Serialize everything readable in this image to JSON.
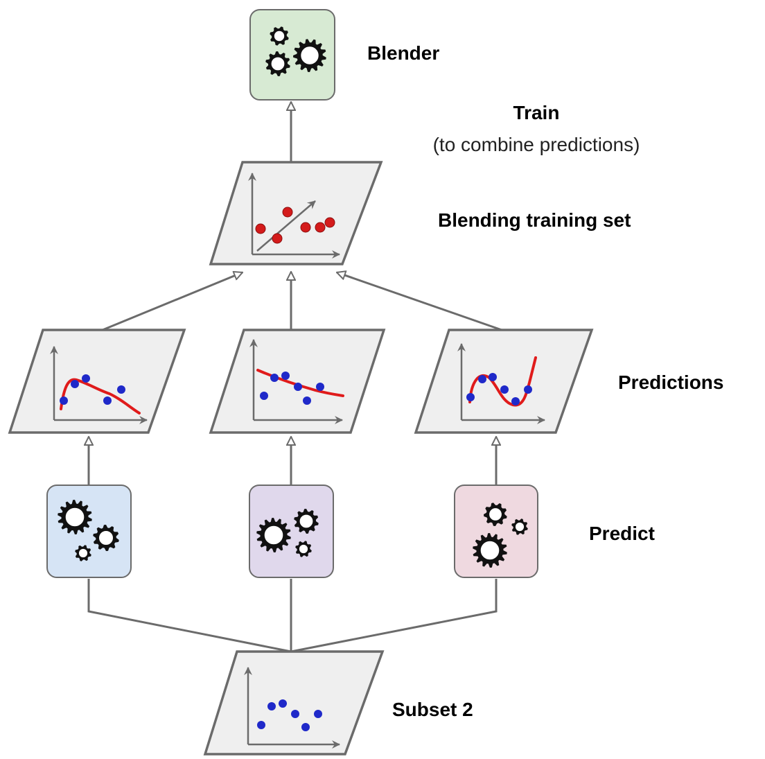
{
  "labels": {
    "blender": "Blender",
    "train": "Train",
    "train_note": "(to combine predictions)",
    "blending_training_set": "Blending training set",
    "predictions": "Predictions",
    "predict": "Predict",
    "subset": "Subset 2"
  },
  "colors": {
    "blender_box": "#d7ead3",
    "predictor_1_box": "#d6e4f5",
    "predictor_2_box": "#e0d8ec",
    "predictor_3_box": "#efd9e0",
    "data_points": "#1f29c9",
    "blend_points": "#d41b1b",
    "prediction_curve": "#e01b1b",
    "connector": "#6b6b6b",
    "panel": "#efefef"
  },
  "icons": {
    "predictor": "gears-icon",
    "blender": "gears-icon"
  }
}
